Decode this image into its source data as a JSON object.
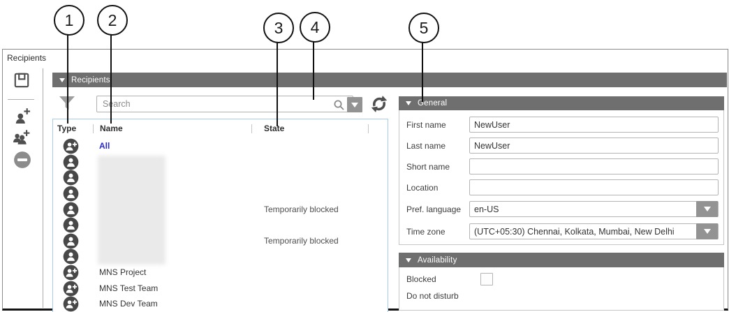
{
  "window": {
    "title": "Recipients"
  },
  "callouts": {
    "labels": [
      "1",
      "2",
      "3",
      "4",
      "5"
    ]
  },
  "toolbar": {
    "save": "Save",
    "add_recipient": "Add recipient",
    "add_group": "Add group",
    "remove": "Remove"
  },
  "recipients_panel": {
    "header": "Recipients",
    "search": {
      "placeholder": "Search"
    },
    "columns": {
      "type": "Type",
      "name": "Name",
      "state": "State"
    },
    "rows": [
      {
        "type": "group",
        "name": "All",
        "state": ""
      },
      {
        "type": "person",
        "name": "",
        "state": ""
      },
      {
        "type": "person",
        "name": "",
        "state": ""
      },
      {
        "type": "person",
        "name": "",
        "state": ""
      },
      {
        "type": "person",
        "name": "",
        "state": "Temporarily blocked"
      },
      {
        "type": "person",
        "name": "",
        "state": ""
      },
      {
        "type": "person",
        "name": "",
        "state": "Temporarily blocked"
      },
      {
        "type": "person",
        "name": "",
        "state": ""
      },
      {
        "type": "group",
        "name": "MNS Project",
        "state": ""
      },
      {
        "type": "group",
        "name": "MNS Test Team",
        "state": ""
      },
      {
        "type": "group",
        "name": "MNS Dev Team",
        "state": ""
      }
    ]
  },
  "general_panel": {
    "header": "General",
    "fields": {
      "first_name": {
        "label": "First name",
        "value": "NewUser"
      },
      "last_name": {
        "label": "Last name",
        "value": "NewUser"
      },
      "short_name": {
        "label": "Short name",
        "value": ""
      },
      "location": {
        "label": "Location",
        "value": ""
      },
      "pref_language": {
        "label": "Pref. language",
        "value": "en-US"
      },
      "time_zone": {
        "label": "Time zone",
        "value": "(UTC+05:30) Chennai, Kolkata, Mumbai, New Delhi"
      }
    }
  },
  "availability_panel": {
    "header": "Availability",
    "blocked_label": "Blocked",
    "do_not_disturb_label": "Do not disturb",
    "blocked_checked": false
  },
  "colors": {
    "section_header_bg": "#6f6f6f",
    "link_blue": "#2a2ad2",
    "table_border_blue": "#a9cbe9",
    "icon_dark": "#4a4a4a",
    "frame_bottom_black": "#141414"
  }
}
